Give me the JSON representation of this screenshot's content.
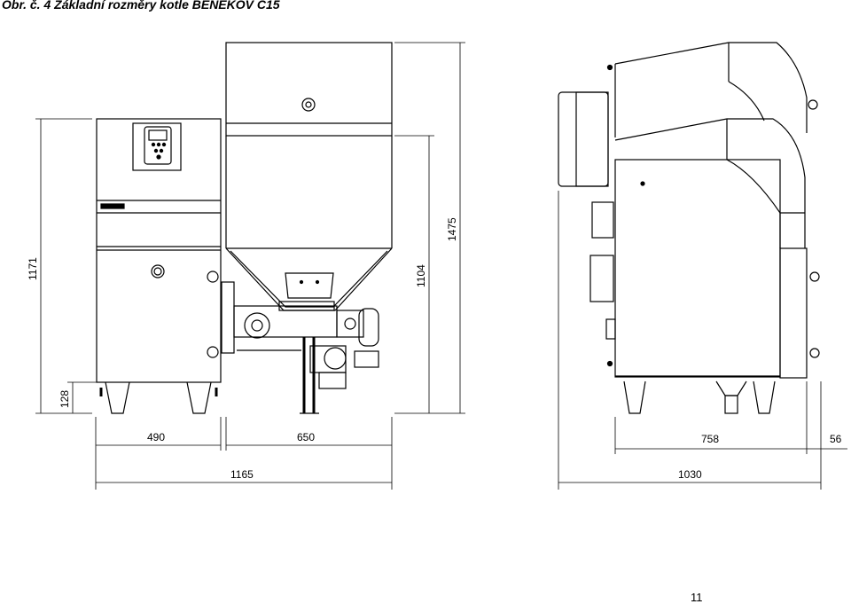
{
  "caption": "Obr. č. 4  Základní rozměry kotle BENEKOV C15",
  "page_number": "11",
  "dimensions": {
    "d490": "490",
    "d650": "650",
    "d1165": "1165",
    "d1171": "1171",
    "d128": "128",
    "d1104": "1104",
    "d1475": "1475",
    "d758": "758",
    "d56": "56",
    "d1030": "1030"
  }
}
